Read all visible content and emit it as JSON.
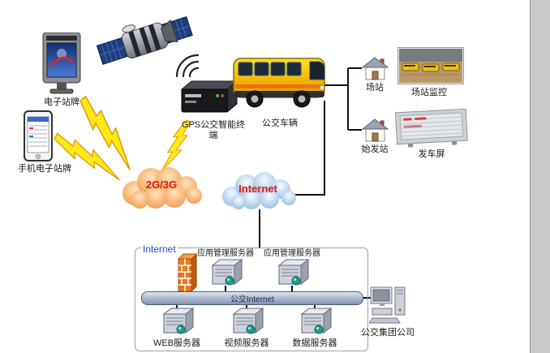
{
  "labels": {
    "e_stop": "电子站牌",
    "phone_stop": "手机电子站牌",
    "gps_terminal": "GPS公交智能终端",
    "bus": "公交车辆",
    "station": "场站",
    "station_monitor": "场站监控",
    "origin": "始发站",
    "departure_screen": "发车屏",
    "cloud_2g3g": "2G/3G",
    "cloud_internet": "Internet",
    "group_company": "公交集团公司"
  },
  "server_room": {
    "internet_label": "Internet",
    "app_server_1": "应用管理服务器",
    "app_server_2": "应用管理服务器",
    "backbone": "公交Internet",
    "web_server": "WEB服务器",
    "video_server": "视频服务器",
    "data_server": "数据服务器"
  },
  "colors": {
    "lightning": "#ffe81a",
    "cloud_text": "#e01818",
    "cloud_2g3g_fill": "#f19040",
    "cloud_internet_fill": "#8ab4e0",
    "bus_yellow": "#f0b400",
    "firewall_orange": "#e87818",
    "connector": "#111111",
    "box_internet_text": "#2050c8"
  }
}
